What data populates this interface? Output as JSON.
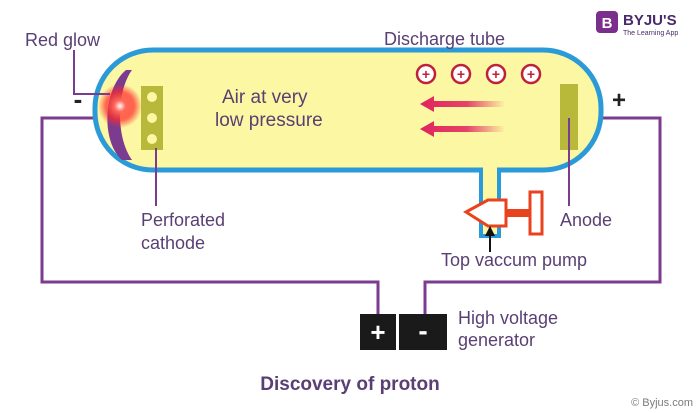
{
  "labels": {
    "red_glow": "Red glow",
    "discharge_tube": "Discharge tube",
    "air_line1": "Air at very",
    "air_line2": "low pressure",
    "perforated_line1": "Perforated",
    "perforated_line2": "cathode",
    "anode": "Anode",
    "pump": "Top vaccum pump",
    "generator_line1": "High voltage",
    "generator_line2": "generator",
    "cathode_sign": "-",
    "anode_sign": "+",
    "battery_plus": "+",
    "battery_minus": "-",
    "proton_symbol": "+"
  },
  "title": "Discovery of proton",
  "logo": {
    "name": "BYJU'S",
    "tagline": "The Learning App",
    "mark": "B"
  },
  "credit": "© Byjus.com",
  "colors": {
    "tube_fill": "#fbf7a2",
    "tube_border": "#2b9ad8",
    "wire": "#7b3b8f",
    "electrode": "#b8b83a",
    "arrow": "#e0245e",
    "pump": "#e8421e",
    "glow": "#ff2a2a",
    "text": "#5a3f74"
  }
}
